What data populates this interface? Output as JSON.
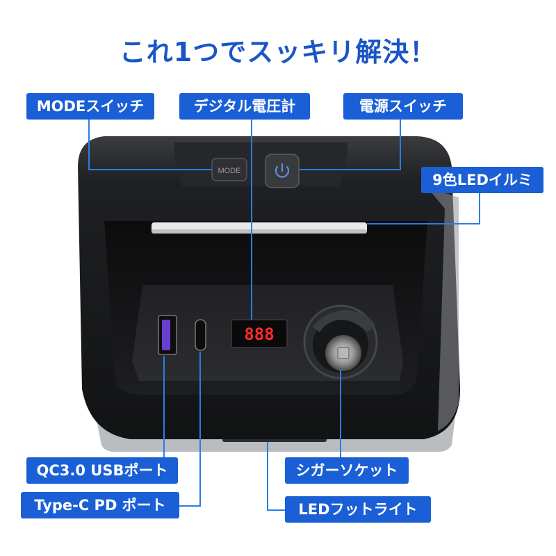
{
  "headline": "これ1つでスッキリ解決！",
  "labels": {
    "mode_switch": "MODEスイッチ",
    "voltmeter": "デジタル電圧計",
    "power_switch": "電源スイッチ",
    "led_illumination": "9色LEDイルミ",
    "qc_usb_port": "QC3.0 USBポート",
    "typec_port": "Type-C PD ポート",
    "cigar_socket": "シガーソケット",
    "foot_light": "LEDフットライト"
  },
  "device": {
    "mode_button_text": "MODE",
    "display_text": "888",
    "power_icon": "power-icon",
    "usb_port_color": "#6a3fd0"
  },
  "colors": {
    "headline": "#1a55c8",
    "label_bg": "#1a5fd6",
    "callout_line": "#2a7de8",
    "display_digits": "#ff2b2b",
    "led_strip": "#e8e8e8"
  }
}
